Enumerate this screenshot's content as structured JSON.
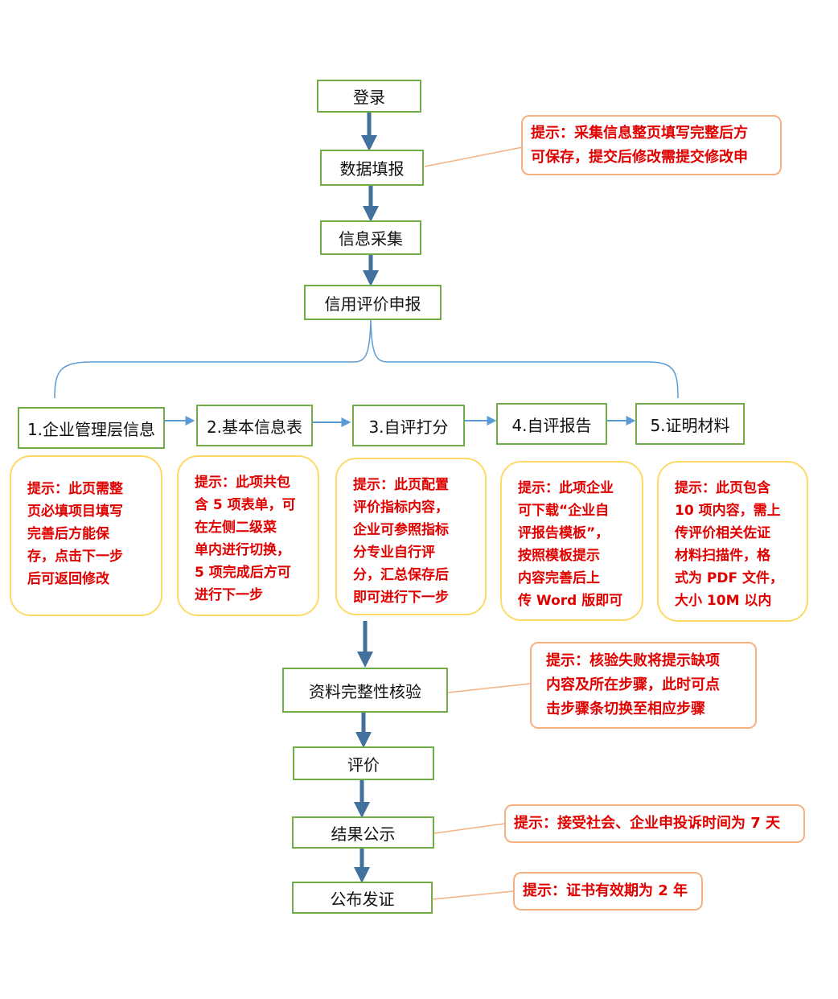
{
  "flow": {
    "login": "登录",
    "data_report": "数据填报",
    "info_collect": "信息采集",
    "credit_apply": "信用评价申报",
    "integrity_check": "资料完整性核验",
    "evaluate": "评价",
    "result_publicity": "结果公示",
    "certificate": "公布发证"
  },
  "steps": [
    {
      "label": "1.企业管理层信息"
    },
    {
      "label": "2.基本信息表"
    },
    {
      "label": "3.自评打分"
    },
    {
      "label": "4.自评报告"
    },
    {
      "label": "5.证明材料"
    }
  ],
  "step_tips": [
    [
      "提示：此页需整",
      "页必填项目填写",
      "完善后方能保",
      "存，点击下一步",
      "后可返回修改"
    ],
    [
      "提示：此项共包",
      "含 5 项表单，可",
      "在左侧二级菜",
      "单内进行切换，",
      "5 项完成后方可",
      "进行下一步"
    ],
    [
      "提示：此页配置",
      "评价指标内容，",
      "企业可参照指标",
      "分专业自行评",
      "分，汇总保存后",
      "即可进行下一步"
    ],
    [
      "提示：此项企业",
      "可下载“企业自",
      "评报告模板”，",
      "按照模板提示",
      "内容完善后上",
      "传 Word 版即可"
    ],
    [
      "提示：此页包含",
      "10 项内容，需上",
      "传评价相关佐证",
      "材料扫描件，格",
      "式为 PDF 文件，",
      "大小 10M 以内"
    ]
  ],
  "side_tips": {
    "data_report": [
      "提示：采集信息整页填写完整后方",
      "可保存，提交后修改需提交修改申"
    ],
    "integrity_check": [
      "提示：核验失败将提示缺项",
      "内容及所在步骤，此时可点",
      "击步骤条切换至相应步骤"
    ],
    "result_publicity": [
      "提示：接受社会、企业申投诉时间为 7 天"
    ],
    "certificate": [
      "提示：证书有效期为 2 年"
    ]
  },
  "colors": {
    "node_border": "#70ad47",
    "arrow": "#41719c",
    "connector": "#5b9bd5",
    "tip_orange_border": "#f4b183",
    "tip_yellow_border": "#ffd966",
    "tip_text": "#e00000"
  }
}
